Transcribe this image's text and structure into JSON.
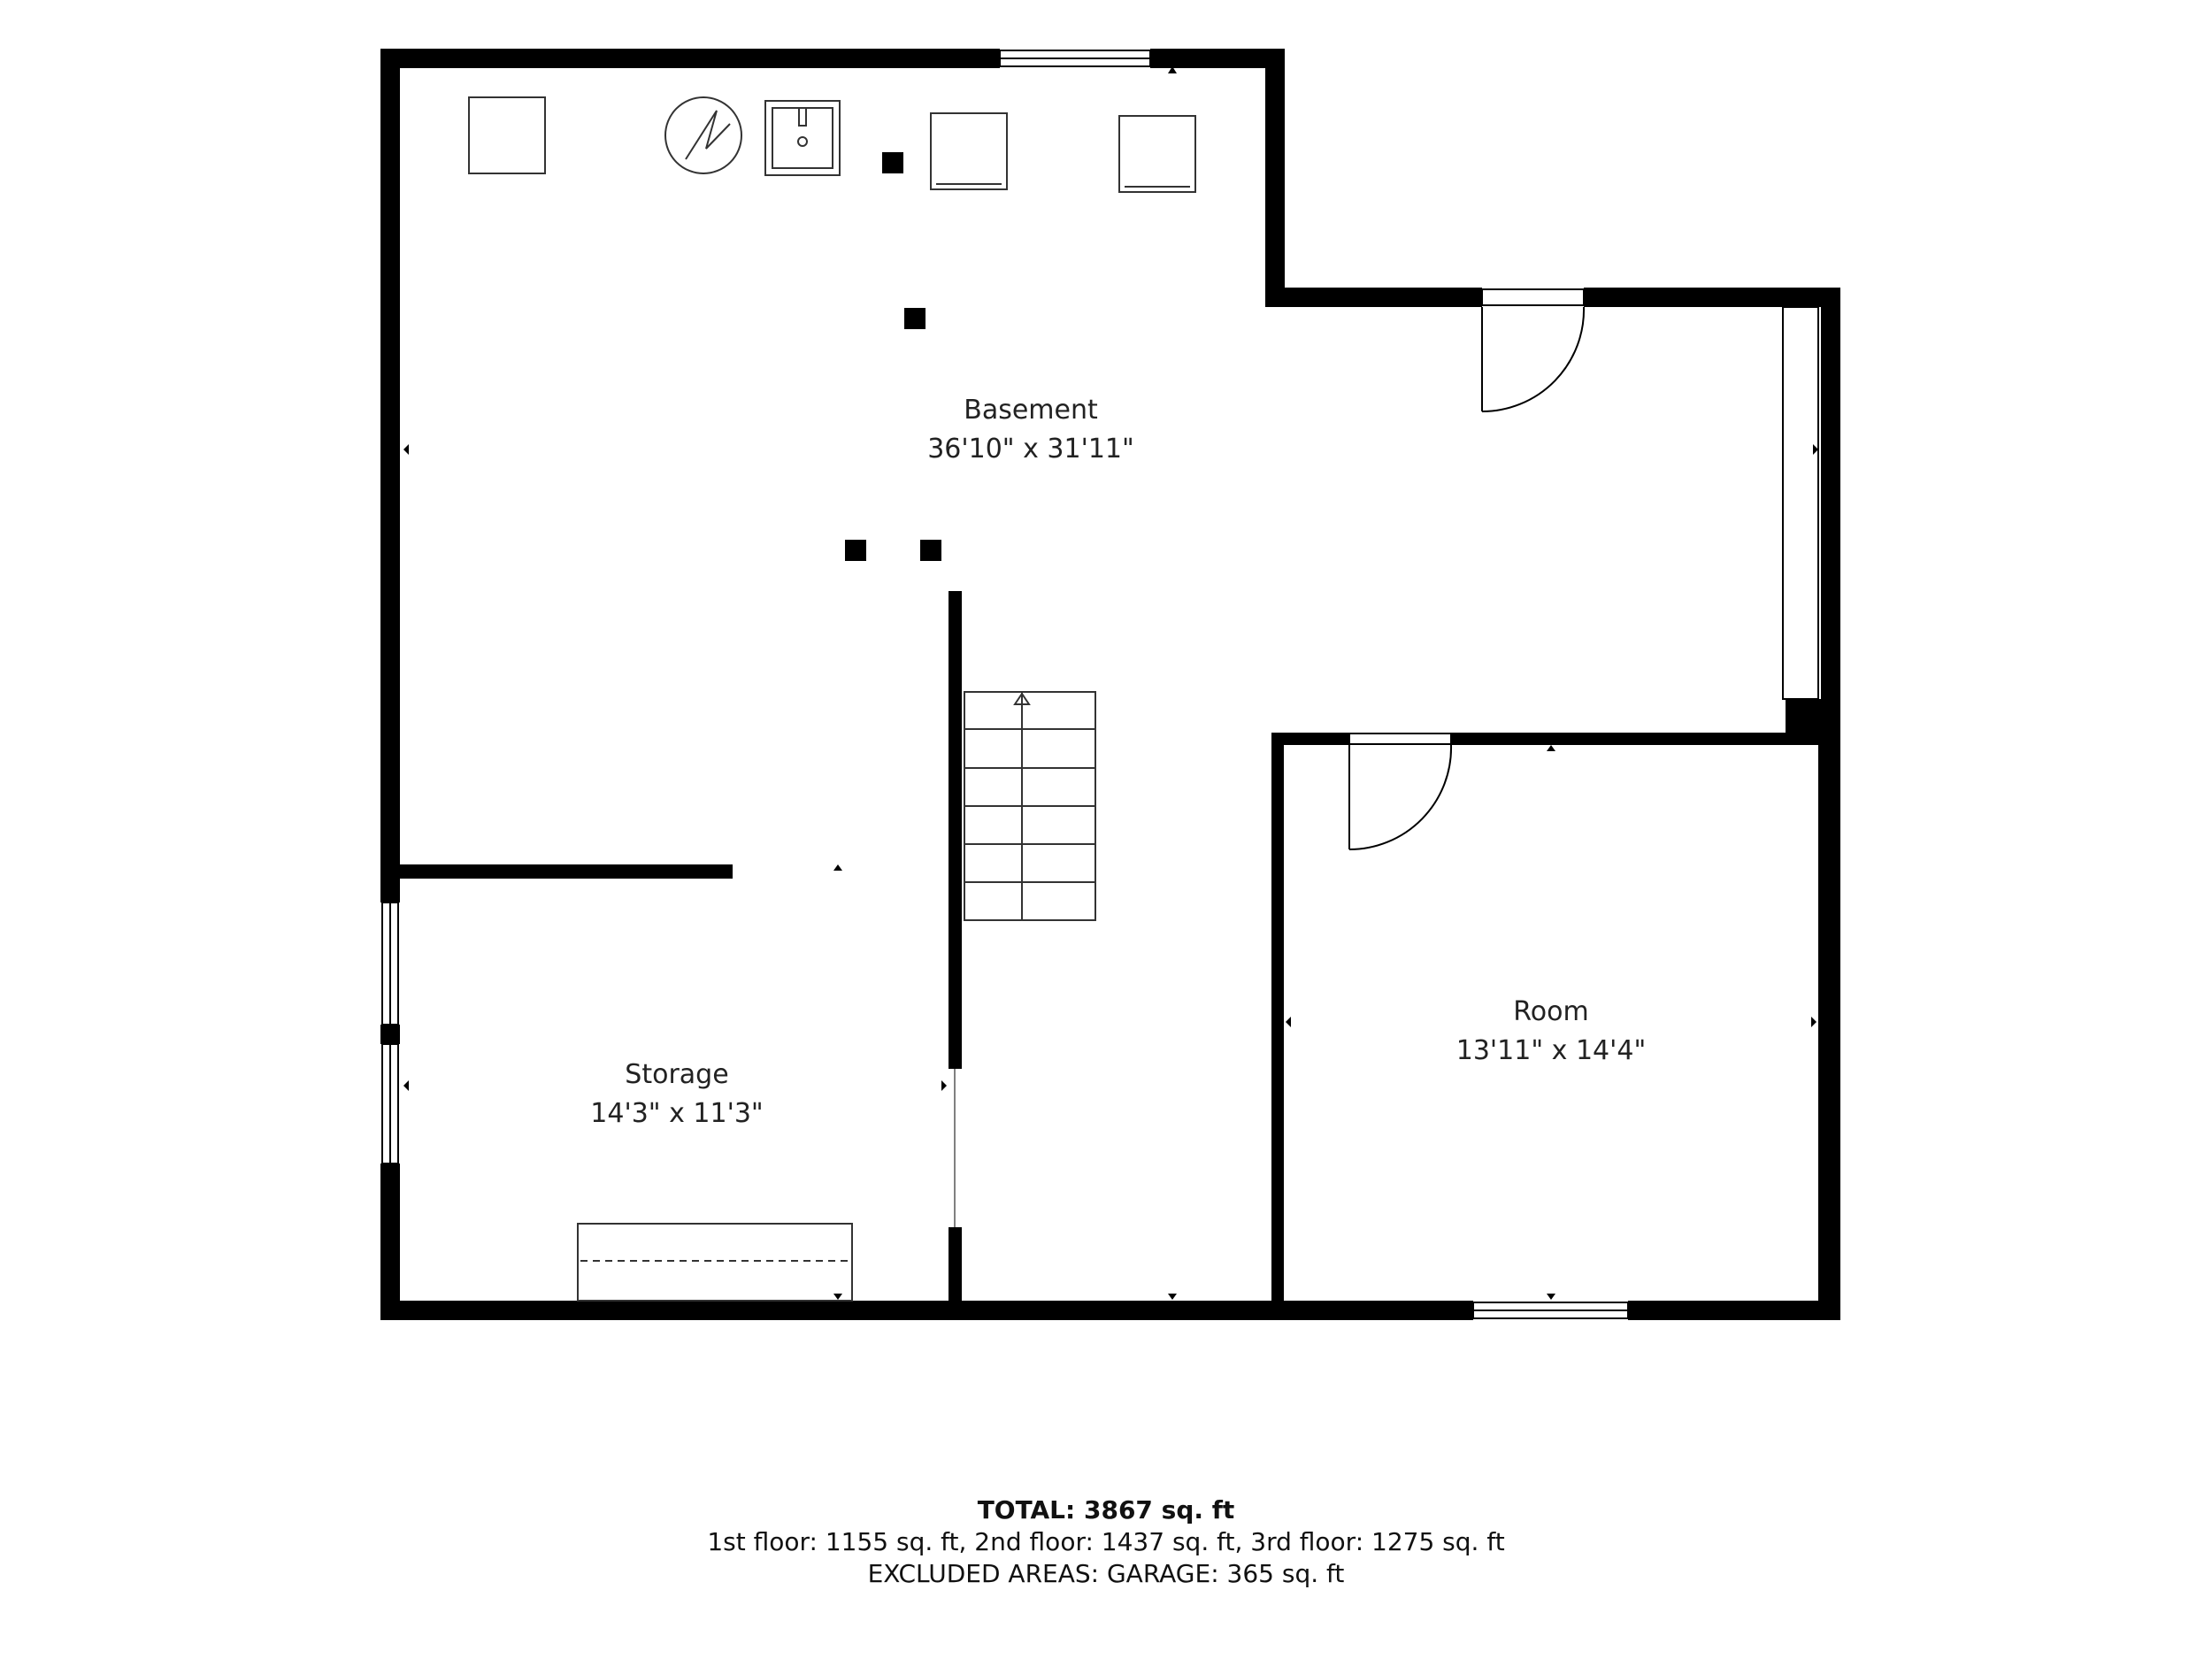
{
  "rooms": [
    {
      "name": "Basement",
      "dimensions": "36'10\" x 31'11\""
    },
    {
      "name": "Room",
      "dimensions": "13'11\" x 14'4\""
    },
    {
      "name": "Storage",
      "dimensions": "14'3\" x 11'3\""
    }
  ],
  "summary": {
    "total": "TOTAL: 3867 sq. ft",
    "floors": "1st floor: 1155 sq. ft, 2nd floor: 1437 sq. ft, 3rd floor: 1275 sq. ft",
    "excluded": "EXCLUDED AREAS: GARAGE: 365 sq. ft"
  },
  "colors": {
    "wall": "#000000",
    "fixture": "#333333",
    "background": "#ffffff"
  }
}
